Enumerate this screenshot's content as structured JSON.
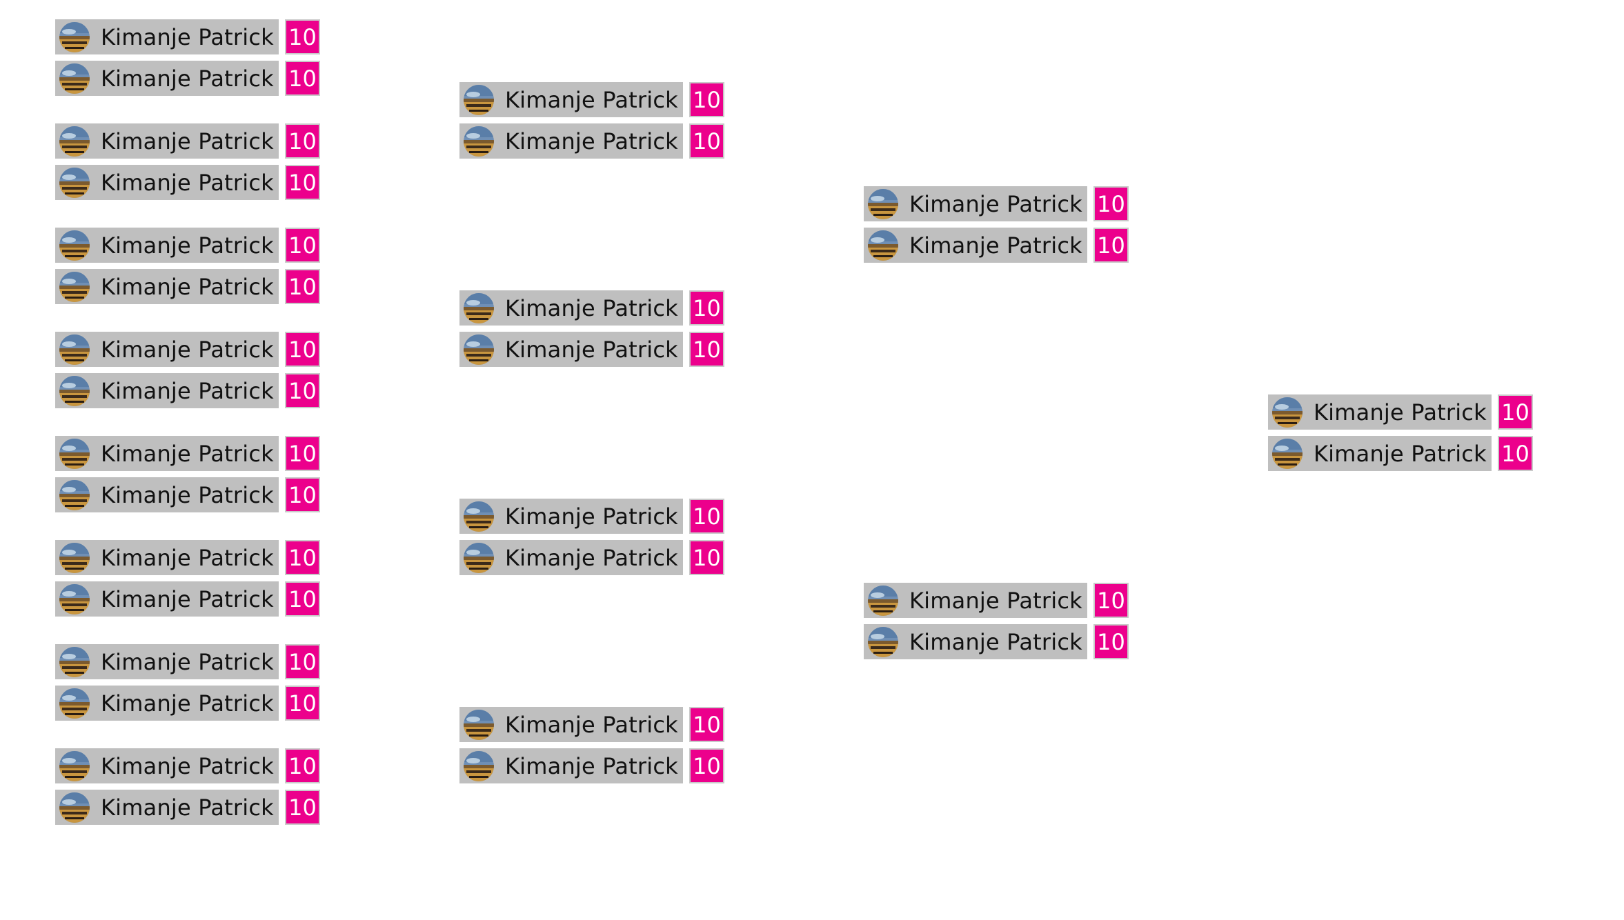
{
  "colors": {
    "background": "#ffffff",
    "name_box": "#bfbfbf",
    "score_box": "#ec008c",
    "score_border": "#c9c9c9",
    "text": "#111111",
    "score_text": "#ffffff"
  },
  "bracket": {
    "rounds": [
      {
        "matches": [
          {
            "players": [
              {
                "name": "Kimanje Patrick",
                "score": "10",
                "avatar_icon": "landscape-avatar-icon"
              },
              {
                "name": "Kimanje Patrick",
                "score": "10",
                "avatar_icon": "landscape-avatar-icon"
              }
            ]
          },
          {
            "players": [
              {
                "name": "Kimanje Patrick",
                "score": "10",
                "avatar_icon": "landscape-avatar-icon"
              },
              {
                "name": "Kimanje Patrick",
                "score": "10",
                "avatar_icon": "landscape-avatar-icon"
              }
            ]
          },
          {
            "players": [
              {
                "name": "Kimanje Patrick",
                "score": "10",
                "avatar_icon": "landscape-avatar-icon"
              },
              {
                "name": "Kimanje Patrick",
                "score": "10",
                "avatar_icon": "landscape-avatar-icon"
              }
            ]
          },
          {
            "players": [
              {
                "name": "Kimanje Patrick",
                "score": "10",
                "avatar_icon": "landscape-avatar-icon"
              },
              {
                "name": "Kimanje Patrick",
                "score": "10",
                "avatar_icon": "landscape-avatar-icon"
              }
            ]
          },
          {
            "players": [
              {
                "name": "Kimanje Patrick",
                "score": "10",
                "avatar_icon": "landscape-avatar-icon"
              },
              {
                "name": "Kimanje Patrick",
                "score": "10",
                "avatar_icon": "landscape-avatar-icon"
              }
            ]
          },
          {
            "players": [
              {
                "name": "Kimanje Patrick",
                "score": "10",
                "avatar_icon": "landscape-avatar-icon"
              },
              {
                "name": "Kimanje Patrick",
                "score": "10",
                "avatar_icon": "landscape-avatar-icon"
              }
            ]
          },
          {
            "players": [
              {
                "name": "Kimanje Patrick",
                "score": "10",
                "avatar_icon": "landscape-avatar-icon"
              },
              {
                "name": "Kimanje Patrick",
                "score": "10",
                "avatar_icon": "landscape-avatar-icon"
              }
            ]
          },
          {
            "players": [
              {
                "name": "Kimanje Patrick",
                "score": "10",
                "avatar_icon": "landscape-avatar-icon"
              },
              {
                "name": "Kimanje Patrick",
                "score": "10",
                "avatar_icon": "landscape-avatar-icon"
              }
            ]
          }
        ]
      },
      {
        "matches": [
          {
            "players": [
              {
                "name": "Kimanje Patrick",
                "score": "10",
                "avatar_icon": "landscape-avatar-icon"
              },
              {
                "name": "Kimanje Patrick",
                "score": "10",
                "avatar_icon": "landscape-avatar-icon"
              }
            ]
          },
          {
            "players": [
              {
                "name": "Kimanje Patrick",
                "score": "10",
                "avatar_icon": "landscape-avatar-icon"
              },
              {
                "name": "Kimanje Patrick",
                "score": "10",
                "avatar_icon": "landscape-avatar-icon"
              }
            ]
          },
          {
            "players": [
              {
                "name": "Kimanje Patrick",
                "score": "10",
                "avatar_icon": "landscape-avatar-icon"
              },
              {
                "name": "Kimanje Patrick",
                "score": "10",
                "avatar_icon": "landscape-avatar-icon"
              }
            ]
          },
          {
            "players": [
              {
                "name": "Kimanje Patrick",
                "score": "10",
                "avatar_icon": "landscape-avatar-icon"
              },
              {
                "name": "Kimanje Patrick",
                "score": "10",
                "avatar_icon": "landscape-avatar-icon"
              }
            ]
          }
        ]
      },
      {
        "matches": [
          {
            "players": [
              {
                "name": "Kimanje Patrick",
                "score": "10",
                "avatar_icon": "landscape-avatar-icon"
              },
              {
                "name": "Kimanje Patrick",
                "score": "10",
                "avatar_icon": "landscape-avatar-icon"
              }
            ]
          },
          {
            "players": [
              {
                "name": "Kimanje Patrick",
                "score": "10",
                "avatar_icon": "landscape-avatar-icon"
              },
              {
                "name": "Kimanje Patrick",
                "score": "10",
                "avatar_icon": "landscape-avatar-icon"
              }
            ]
          }
        ]
      },
      {
        "matches": [
          {
            "players": [
              {
                "name": "Kimanje Patrick",
                "score": "10",
                "avatar_icon": "landscape-avatar-icon"
              },
              {
                "name": "Kimanje Patrick",
                "score": "10",
                "avatar_icon": "landscape-avatar-icon"
              }
            ]
          }
        ]
      }
    ]
  }
}
